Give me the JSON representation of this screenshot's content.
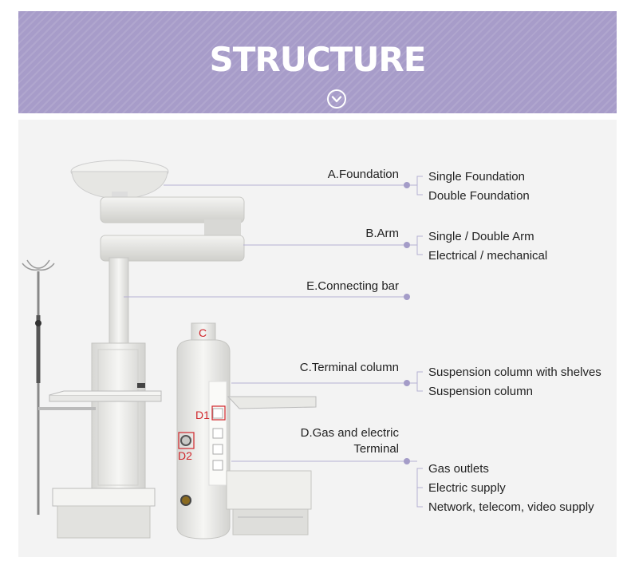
{
  "banner": {
    "title": "STRUCTURE",
    "icon": "chevron-down-circle-icon",
    "color": "#a79cc9"
  },
  "labels": {
    "foundation": "A.Foundation",
    "arm": "B.Arm",
    "connecting_bar": "E.Connecting bar",
    "terminal_column": "C.Terminal column",
    "gas_electric_line1": "D.Gas and electric",
    "gas_electric_line2": "Terminal"
  },
  "options": {
    "foundation": [
      "Single Foundation",
      "Double Foundation"
    ],
    "arm": [
      "Single / Double Arm",
      "Electrical / mechanical"
    ],
    "terminal_column": [
      "Suspension column with shelves",
      "Suspension column"
    ],
    "gas_electric": [
      "Gas outlets",
      "Electric supply",
      "Network, telecom, video supply"
    ]
  },
  "markers": {
    "c": "C",
    "d1": "D1",
    "d2": "D2"
  },
  "colors": {
    "leader_line": "#b5b0d3",
    "dot": "#a49cc8",
    "marker_red": "#d0262b"
  }
}
